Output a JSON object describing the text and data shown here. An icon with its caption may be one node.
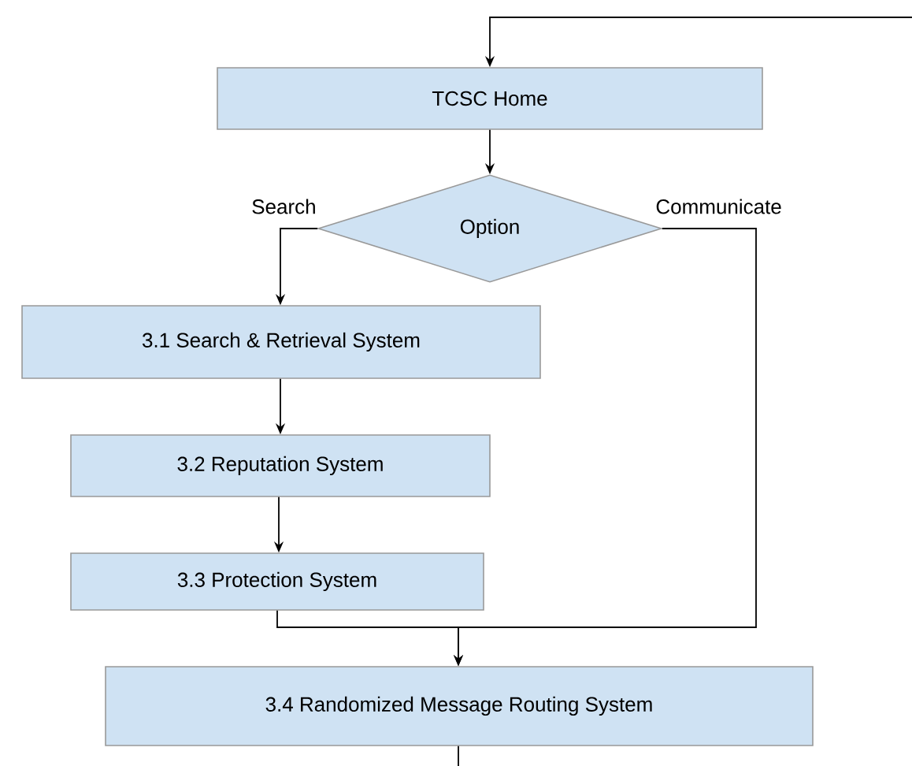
{
  "diagram": {
    "nodes": [
      {
        "text": [
          "TCSC Home"
        ]
      },
      {
        "text": [
          "Option"
        ]
      },
      {
        "text": [
          "3.1 Search & Retrieval System"
        ]
      },
      {
        "text": [
          "3.2 Reputation System"
        ]
      },
      {
        "text": [
          "3.3 Protection System"
        ]
      },
      {
        "text": [
          "3.4 Randomized Message Routing System"
        ]
      }
    ],
    "edges": [
      {
        "from": null,
        "to": 0,
        "arrow": "to"
      },
      {
        "from": 0,
        "to": 1,
        "arrow": "to"
      },
      {
        "from": 1,
        "to": 2,
        "arrow": "to",
        "label": "Search"
      },
      {
        "from": 2,
        "to": 3,
        "arrow": "to"
      },
      {
        "from": 3,
        "to": 4,
        "arrow": "to"
      },
      {
        "from": 4,
        "to": 5,
        "arrow": "to"
      },
      {
        "from": 1,
        "to": 5,
        "arrow": "to",
        "label": "Communicate"
      },
      {
        "from": 5,
        "to": null,
        "arrow": "none"
      }
    ]
  }
}
